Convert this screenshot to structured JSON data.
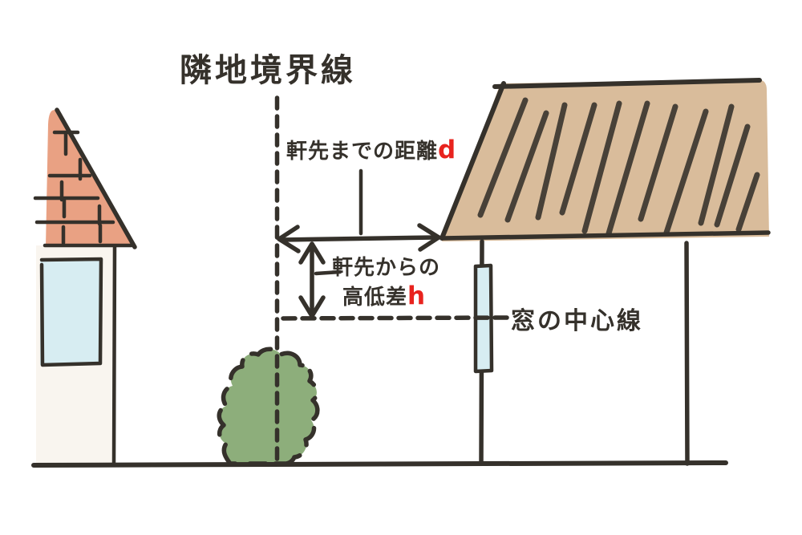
{
  "labels": {
    "boundary_line": "隣地境界線",
    "eaves_distance_text": "軒先までの距離",
    "eaves_distance_symbol": "d",
    "eaves_height_line1": "軒先からの",
    "eaves_height_line2": "高低差",
    "eaves_height_symbol": "h",
    "window_center_text": "窓の中心線"
  },
  "colors": {
    "background": "#FFFFFF",
    "ink": "#35312B",
    "accent_red": "#E8231E",
    "left_house_roof": "#E9A183",
    "left_house_wall": "#F9F5EF",
    "window_glass": "#D7EDF2",
    "right_house_roof": "#D9BC9B",
    "bush_green": "#8DAE7B"
  }
}
